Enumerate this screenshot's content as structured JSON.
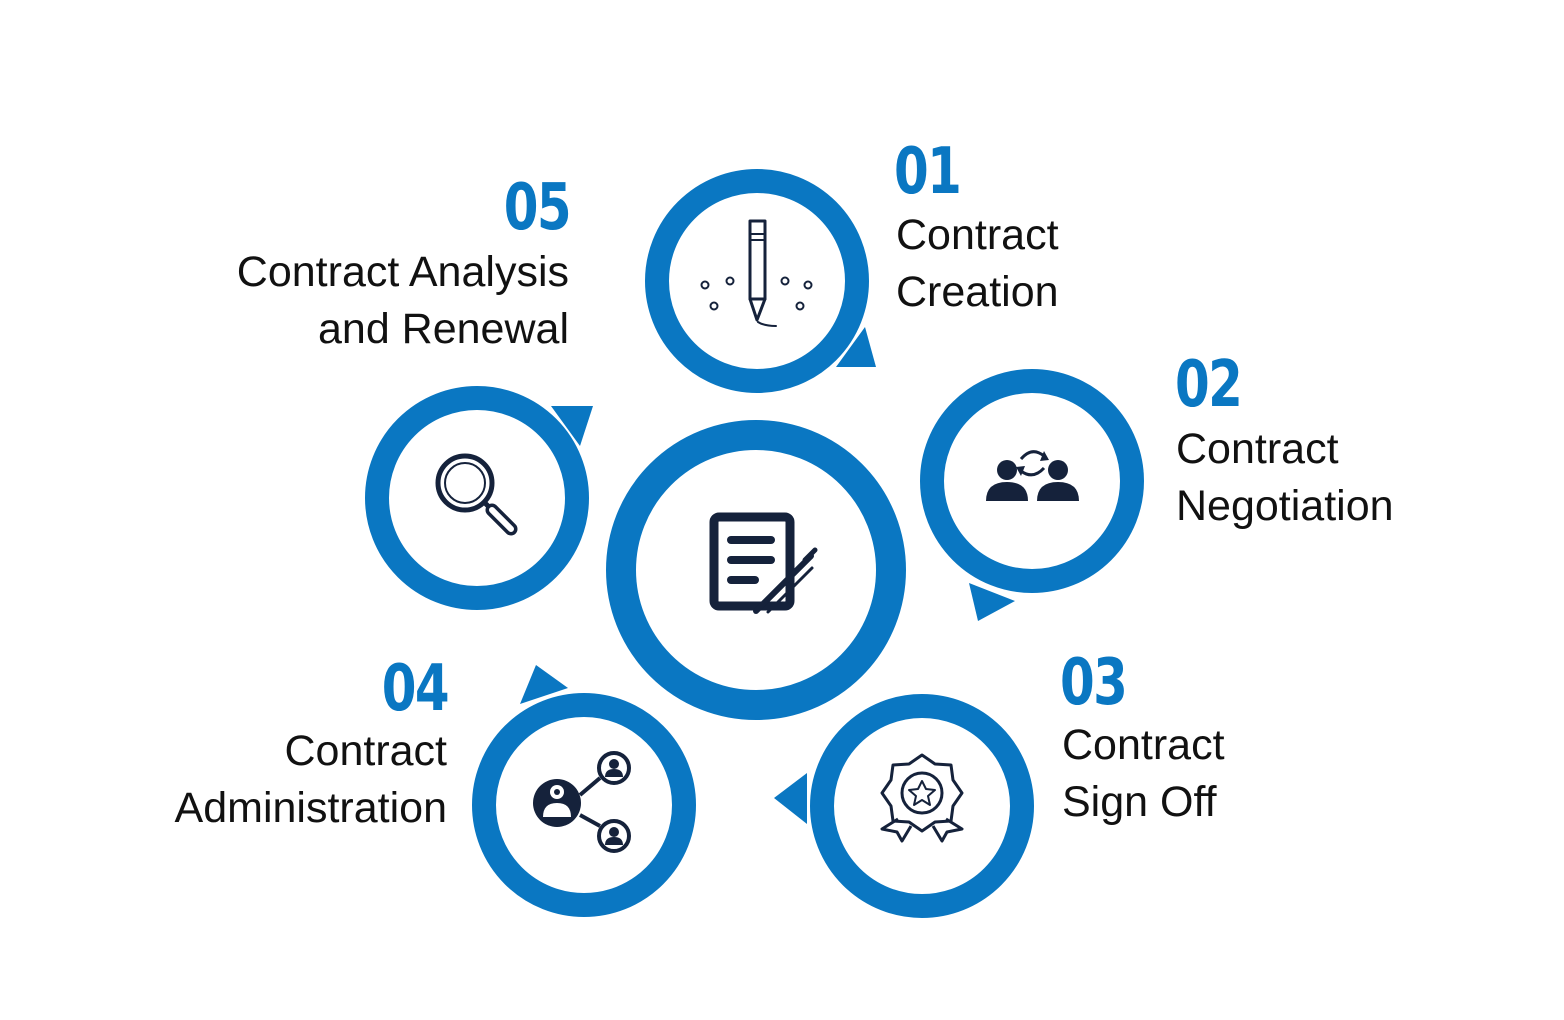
{
  "colors": {
    "ring": "#0a77c2",
    "icon": "#15223b",
    "text": "#111111",
    "background": "#ffffff"
  },
  "center": {
    "icon": "document-edit-icon"
  },
  "steps": [
    {
      "number": "01",
      "line1": "Contract",
      "line2": "Creation",
      "icon": "pencil-icon"
    },
    {
      "number": "02",
      "line1": "Contract",
      "line2": "Negotiation",
      "icon": "negotiation-people-icon"
    },
    {
      "number": "03",
      "line1": "Contract",
      "line2": "Sign Off",
      "icon": "award-badge-icon"
    },
    {
      "number": "04",
      "line1": "Contract",
      "line2": "Administration",
      "icon": "network-people-icon"
    },
    {
      "number": "05",
      "line1": "Contract Analysis",
      "line2": "and Renewal",
      "icon": "magnifier-icon"
    }
  ]
}
